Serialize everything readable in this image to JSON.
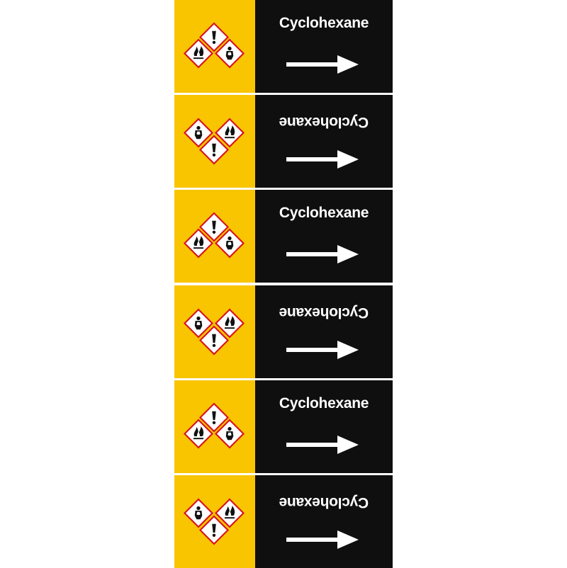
{
  "colors": {
    "hazard_band": "#F9C400",
    "text_band": "#0F0F0F",
    "text": "#FFFFFF",
    "ghs_border": "#D7131E"
  },
  "labels": [
    {
      "medium": "Cyclohexane",
      "orientation": "upright",
      "pictograms": [
        "exclamation-mark-icon",
        "flame-icon",
        "health-hazard-icon"
      ],
      "direction": "right"
    },
    {
      "medium": "Cyclohexane",
      "orientation": "inverted",
      "pictograms": [
        "health-hazard-icon",
        "flame-icon",
        "exclamation-mark-icon"
      ],
      "direction": "right"
    },
    {
      "medium": "Cyclohexane",
      "orientation": "upright",
      "pictograms": [
        "exclamation-mark-icon",
        "flame-icon",
        "health-hazard-icon"
      ],
      "direction": "right"
    },
    {
      "medium": "Cyclohexane",
      "orientation": "inverted",
      "pictograms": [
        "health-hazard-icon",
        "flame-icon",
        "exclamation-mark-icon"
      ],
      "direction": "right"
    },
    {
      "medium": "Cyclohexane",
      "orientation": "upright",
      "pictograms": [
        "exclamation-mark-icon",
        "flame-icon",
        "health-hazard-icon"
      ],
      "direction": "right"
    },
    {
      "medium": "Cyclohexane",
      "orientation": "inverted",
      "pictograms": [
        "health-hazard-icon",
        "flame-icon",
        "exclamation-mark-icon"
      ],
      "direction": "right"
    }
  ]
}
